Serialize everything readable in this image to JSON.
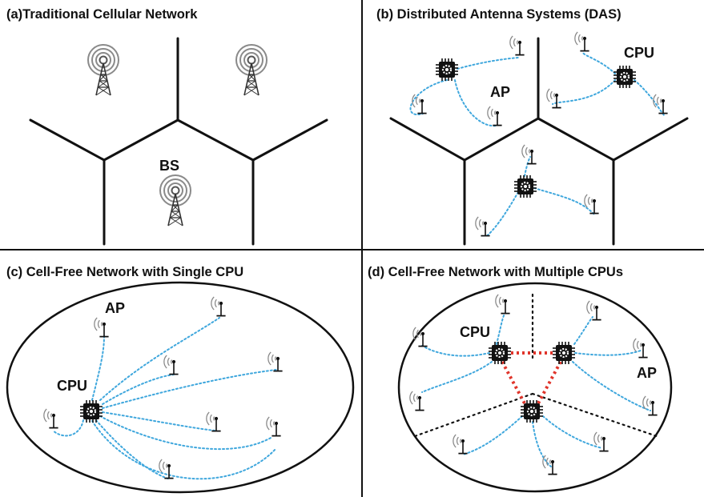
{
  "panels": {
    "a": {
      "title": "(a)Traditional Cellular Network",
      "bs_label": "BS"
    },
    "b": {
      "title": "(b) Distributed Antenna Systems (DAS)",
      "ap_label": "AP",
      "cpu_label": "CPU"
    },
    "c": {
      "title": "(c) Cell-Free Network with Single CPU",
      "ap_label": "AP",
      "cpu_label": "CPU"
    },
    "d": {
      "title": "(d) Cell-Free Network with Multiple CPUs",
      "ap_label": "AP",
      "cpu_label": "CPU"
    }
  },
  "colors": {
    "fronthaul": "#3fa7dd",
    "backhaul": "#e0352b",
    "lines": "#111111",
    "cpu_chip": "#111111"
  },
  "icons": [
    "tower-icon",
    "cpu-chip-icon",
    "access-point-icon"
  ]
}
